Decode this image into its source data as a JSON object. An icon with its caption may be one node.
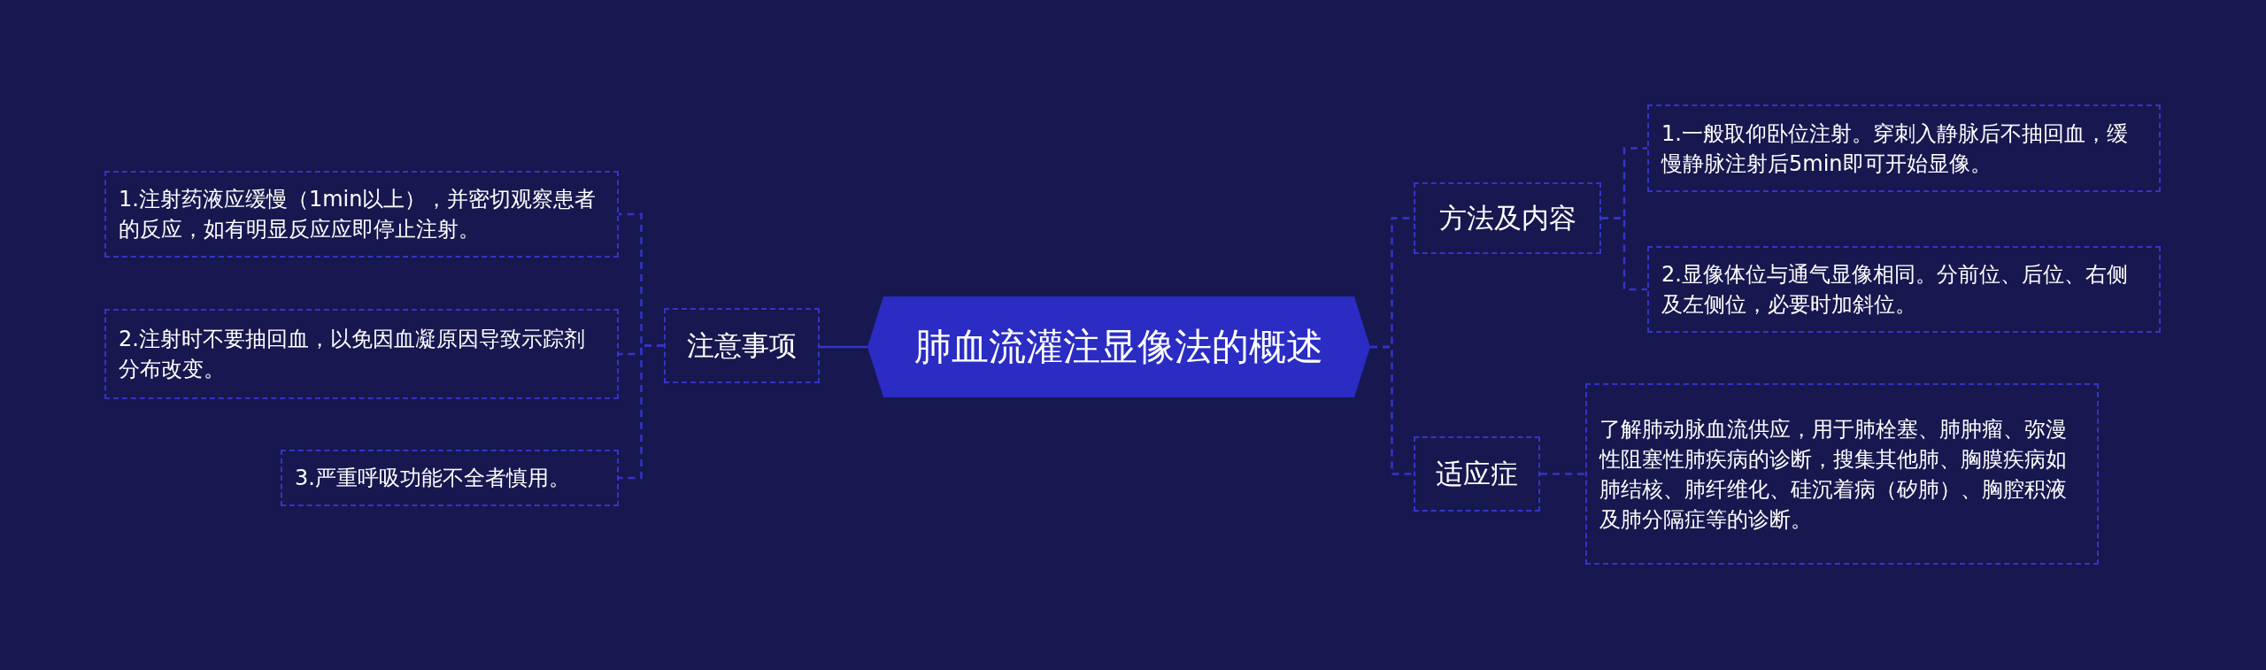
{
  "diagram": {
    "nodes": [
      {
        "text": [
          "肺血流灌注显像法的概述"
        ]
      },
      {
        "text": [
          "注意事项"
        ]
      },
      {
        "text": [
          "1.注射药液应缓慢（1min以上），并密切观察患者的反应，如有明显反应应即停止注射。"
        ]
      },
      {
        "text": [
          "2.注射时不要抽回血，以免因血凝原因导致示踪剂分布改变。"
        ]
      },
      {
        "text": [
          "3.严重呼吸功能不全者慎用。"
        ]
      },
      {
        "text": [
          "方法及内容"
        ]
      },
      {
        "text": [
          "1.一般取仰卧位注射。穿刺入静脉后不抽回血，缓慢静脉注射后5min即可开始显像。"
        ]
      },
      {
        "text": [
          "2.显像体位与通气显像相同。分前位、后位、右侧及左侧位，必要时加斜位。"
        ]
      },
      {
        "text": [
          "适应症"
        ]
      },
      {
        "text": [
          "了解肺动脉血流供应，用于肺栓塞、肺肿瘤、弥漫性阻塞性肺疾病的诊断，搜集其他肺、胸膜疾病如肺结核、肺纤维化、硅沉着病（矽肺）、胸腔积液及肺分隔症等的诊断。"
        ]
      }
    ],
    "edges": [
      {
        "from": 0,
        "to": 1,
        "arrow": "none"
      },
      {
        "from": 1,
        "to": 2,
        "arrow": "none",
        "style": "dashed"
      },
      {
        "from": 1,
        "to": 3,
        "arrow": "none",
        "style": "dashed"
      },
      {
        "from": 1,
        "to": 4,
        "arrow": "none",
        "style": "dashed"
      },
      {
        "from": 0,
        "to": 5,
        "arrow": "none",
        "style": "dashed"
      },
      {
        "from": 5,
        "to": 6,
        "arrow": "none",
        "style": "dashed"
      },
      {
        "from": 5,
        "to": 7,
        "arrow": "none",
        "style": "dashed"
      },
      {
        "from": 0,
        "to": 8,
        "arrow": "none",
        "style": "dashed"
      },
      {
        "from": 8,
        "to": 9,
        "arrow": "none",
        "style": "dashed"
      }
    ]
  }
}
